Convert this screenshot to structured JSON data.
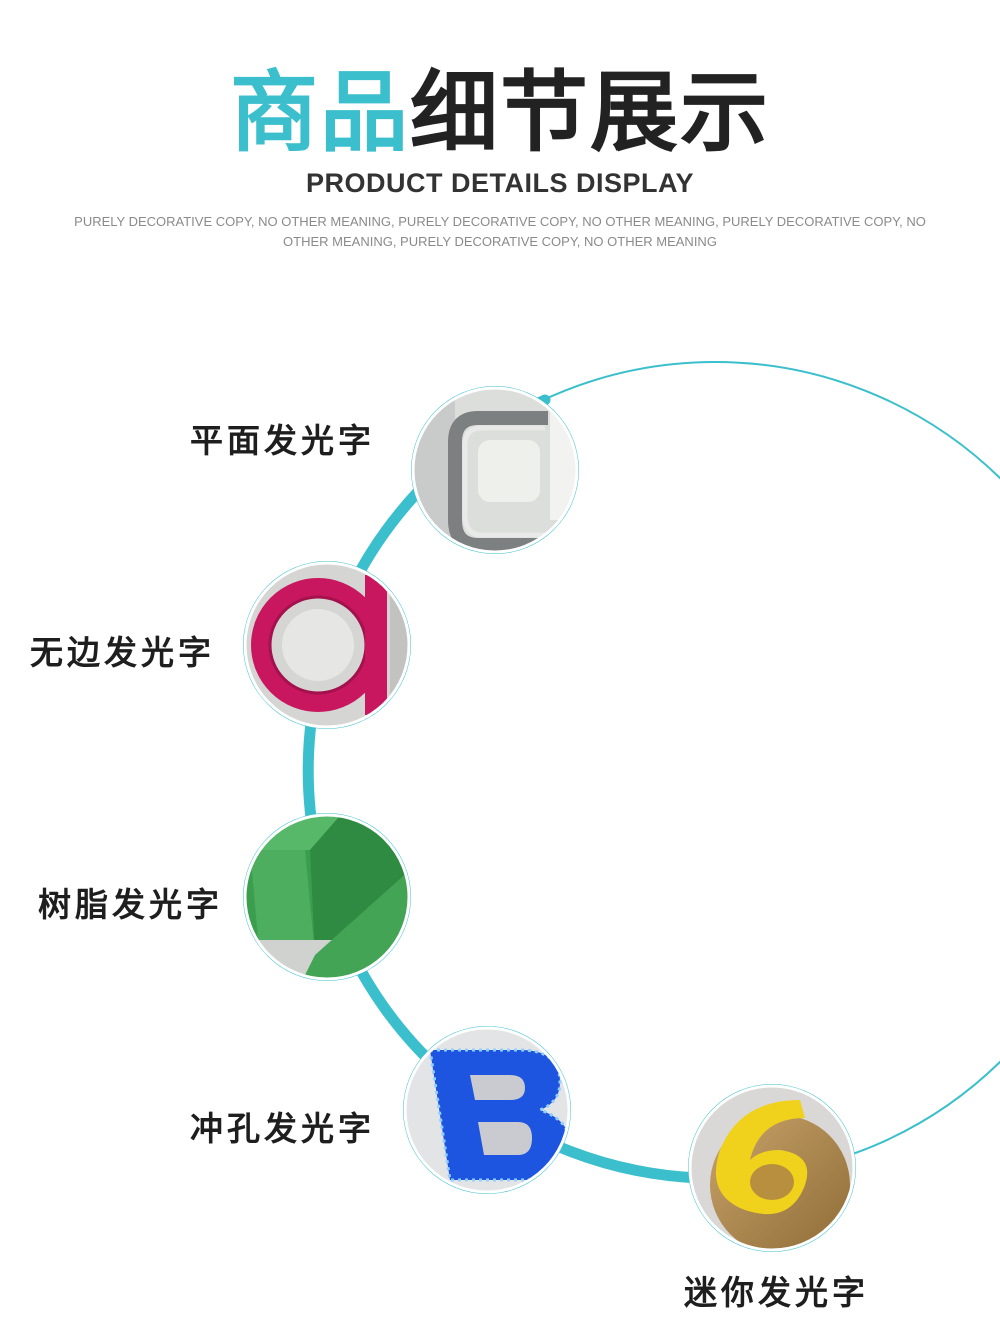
{
  "header": {
    "title_accent": "商品",
    "title_rest": "细节展示",
    "subtitle": "PRODUCT DETAILS DISPLAY",
    "decorative_text": "PURELY DECORATIVE COPY, NO OTHER MEANING, PURELY DECORATIVE COPY, NO OTHER MEANING, PURELY DECORATIVE COPY, NO OTHER MEANING, PURELY DECORATIVE COPY, NO OTHER MEANING"
  },
  "colors": {
    "accent": "#3bbfcd",
    "dark_text": "#222222"
  },
  "products": [
    {
      "label": "平面发光字",
      "photo": "flat-letter-c-photo"
    },
    {
      "label": "无边发光字",
      "photo": "pink-letter-a-photo"
    },
    {
      "label": "树脂发光字",
      "photo": "green-resin-photo"
    },
    {
      "label": "冲孔发光字",
      "photo": "blue-led-letter-b-photo"
    },
    {
      "label": "迷你发光字",
      "photo": "gold-number-6-photo"
    }
  ]
}
